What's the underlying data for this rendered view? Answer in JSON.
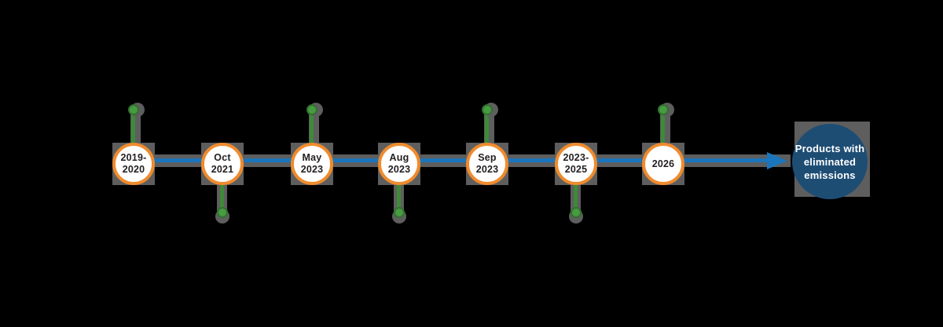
{
  "timeline": {
    "milestones": [
      {
        "line1": "2019-",
        "line2": "2020",
        "pin": "up"
      },
      {
        "line1": "Oct",
        "line2": "2021",
        "pin": "down"
      },
      {
        "line1": "May",
        "line2": "2023",
        "pin": "up"
      },
      {
        "line1": "Aug",
        "line2": "2023",
        "pin": "down"
      },
      {
        "line1": "Sep",
        "line2": "2023",
        "pin": "up"
      },
      {
        "line1": "2023-",
        "line2": "2025",
        "pin": "down"
      },
      {
        "line1": "2026",
        "line2": "",
        "pin": "up"
      }
    ],
    "goal": {
      "line1": "Products with",
      "line2": "eliminated",
      "line3": "emissions"
    },
    "colors": {
      "background": "#000000",
      "line_blue": "#1b75bc",
      "node_ring_orange": "#ef8b2d",
      "node_fill": "#ffffff",
      "node_text": "#231f20",
      "pin_green": "#479b41",
      "pin_stem_green": "#3d8a37",
      "shadow_gray": "#5e5e5e",
      "goal_fill": "#1e4d74",
      "goal_text": "#ffffff"
    }
  }
}
